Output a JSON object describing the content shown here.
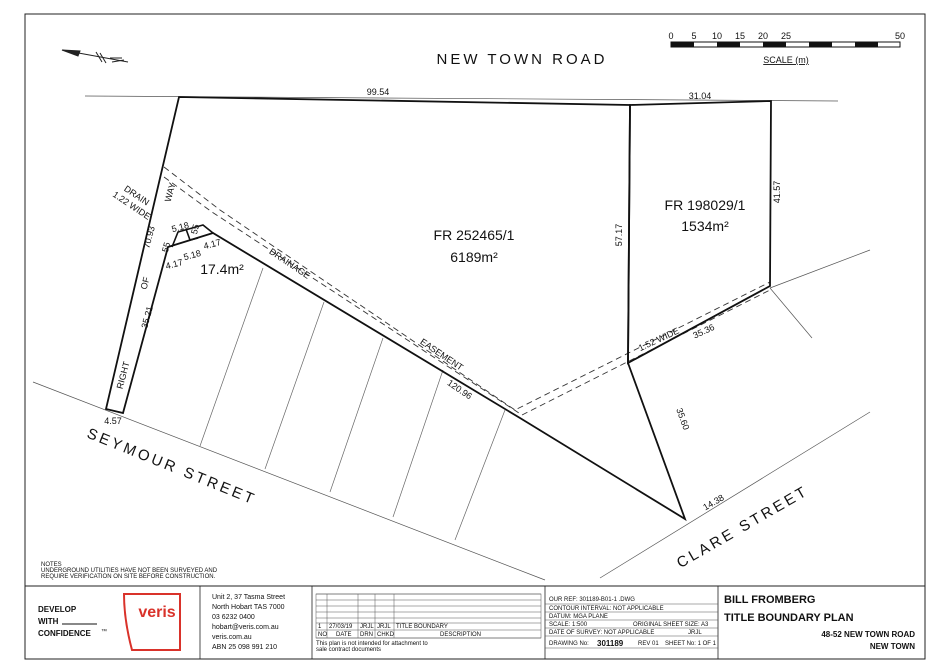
{
  "roads": {
    "north": "NEW TOWN ROAD",
    "west": "SEYMOUR STREET",
    "east": "CLARE STREET"
  },
  "scale_bar": {
    "ticks": [
      "0",
      "5",
      "10",
      "15",
      "20",
      "25",
      "50"
    ],
    "label": "SCALE (m)"
  },
  "lots": {
    "main": {
      "id": "FR 252465/1",
      "area": "6189m²"
    },
    "east": {
      "id": "FR 198029/1",
      "area": "1534m²"
    },
    "small": {
      "area": "17.4m²"
    }
  },
  "dimensions": {
    "north_main": "99.54",
    "north_east": "31.04",
    "east_lot_west": "57.17",
    "east_lot_east": "41.57",
    "south_long": "120.96",
    "se_side": "35.60",
    "clare_front": "14.38",
    "seymour_front": "4.57",
    "row_upper": "70.93",
    "row_lower": "35.21",
    "easement_seg": "35.36",
    "sm_a": "5.18",
    "sm_b": "5.18",
    "sm_c": "4.17",
    "sm_d": "4.17",
    "sm_e": "55",
    "sm_f": "55"
  },
  "labels": {
    "drain": "DRAIN",
    "drain_wide": "1.22 WIDE",
    "way": "WAY",
    "of": "OF",
    "right": "RIGHT",
    "drainage": "DRAINAGE",
    "easement": "EASEMENT",
    "wide152": "1.52 WIDE"
  },
  "notes": {
    "title": "NOTES",
    "line1": "UNDERGROUND UTILITIES HAVE NOT BEEN SURVEYED AND",
    "line2": "REQUIRE VERIFICATION ON SITE BEFORE CONSTRUCTION."
  },
  "company": {
    "slogan1": "DEVELOP",
    "slogan2": "WITH",
    "slogan3": "CONFIDENCE",
    "tm": "™",
    "logo": "veris",
    "addr1": "Unit 2, 37 Tasma Street",
    "addr2": "North Hobart TAS 7000",
    "phone": "03 6232 0400",
    "email": "hobart@veris.com.au",
    "web": "veris.com.au",
    "abn": "ABN 25 098 991 210"
  },
  "revision": {
    "row": {
      "no": "1",
      "date": "27/03/19",
      "drn": "JRJL",
      "chkd": "JRJL",
      "desc": "TITLE BOUNDARY"
    },
    "headers": {
      "no": "NO",
      "date": "DATE",
      "drn": "DRN",
      "chkd": "CHKD",
      "desc": "DESCRIPTION"
    },
    "disclaimer1": "This plan is not intended for attachment to",
    "disclaimer2": "sale contract documents"
  },
  "drawing_info": {
    "our_ref": "OUR REF:  301189-B01-1 .DWG",
    "contour": "CONTOUR INTERVAL:  NOT APPLICABLE",
    "datum": "DATUM:  MGA PLANE",
    "scale": "SCALE:  1:500",
    "sheet_size": "ORIGINAL SHEET SIZE:  A3",
    "survey": "DATE OF SURVEY:  NOT APPLICABLE",
    "surveyor": "JRJL",
    "drawing_no_label": "DRAWING No:",
    "drawing_no": "301189",
    "rev": "REV  01",
    "sheet": "SHEET No:  1 OF 1"
  },
  "title_block": {
    "client": "BILL FROMBERG",
    "plan": "TITLE BOUNDARY PLAN",
    "address1": "48-52 NEW TOWN ROAD",
    "address2": "NEW TOWN"
  }
}
